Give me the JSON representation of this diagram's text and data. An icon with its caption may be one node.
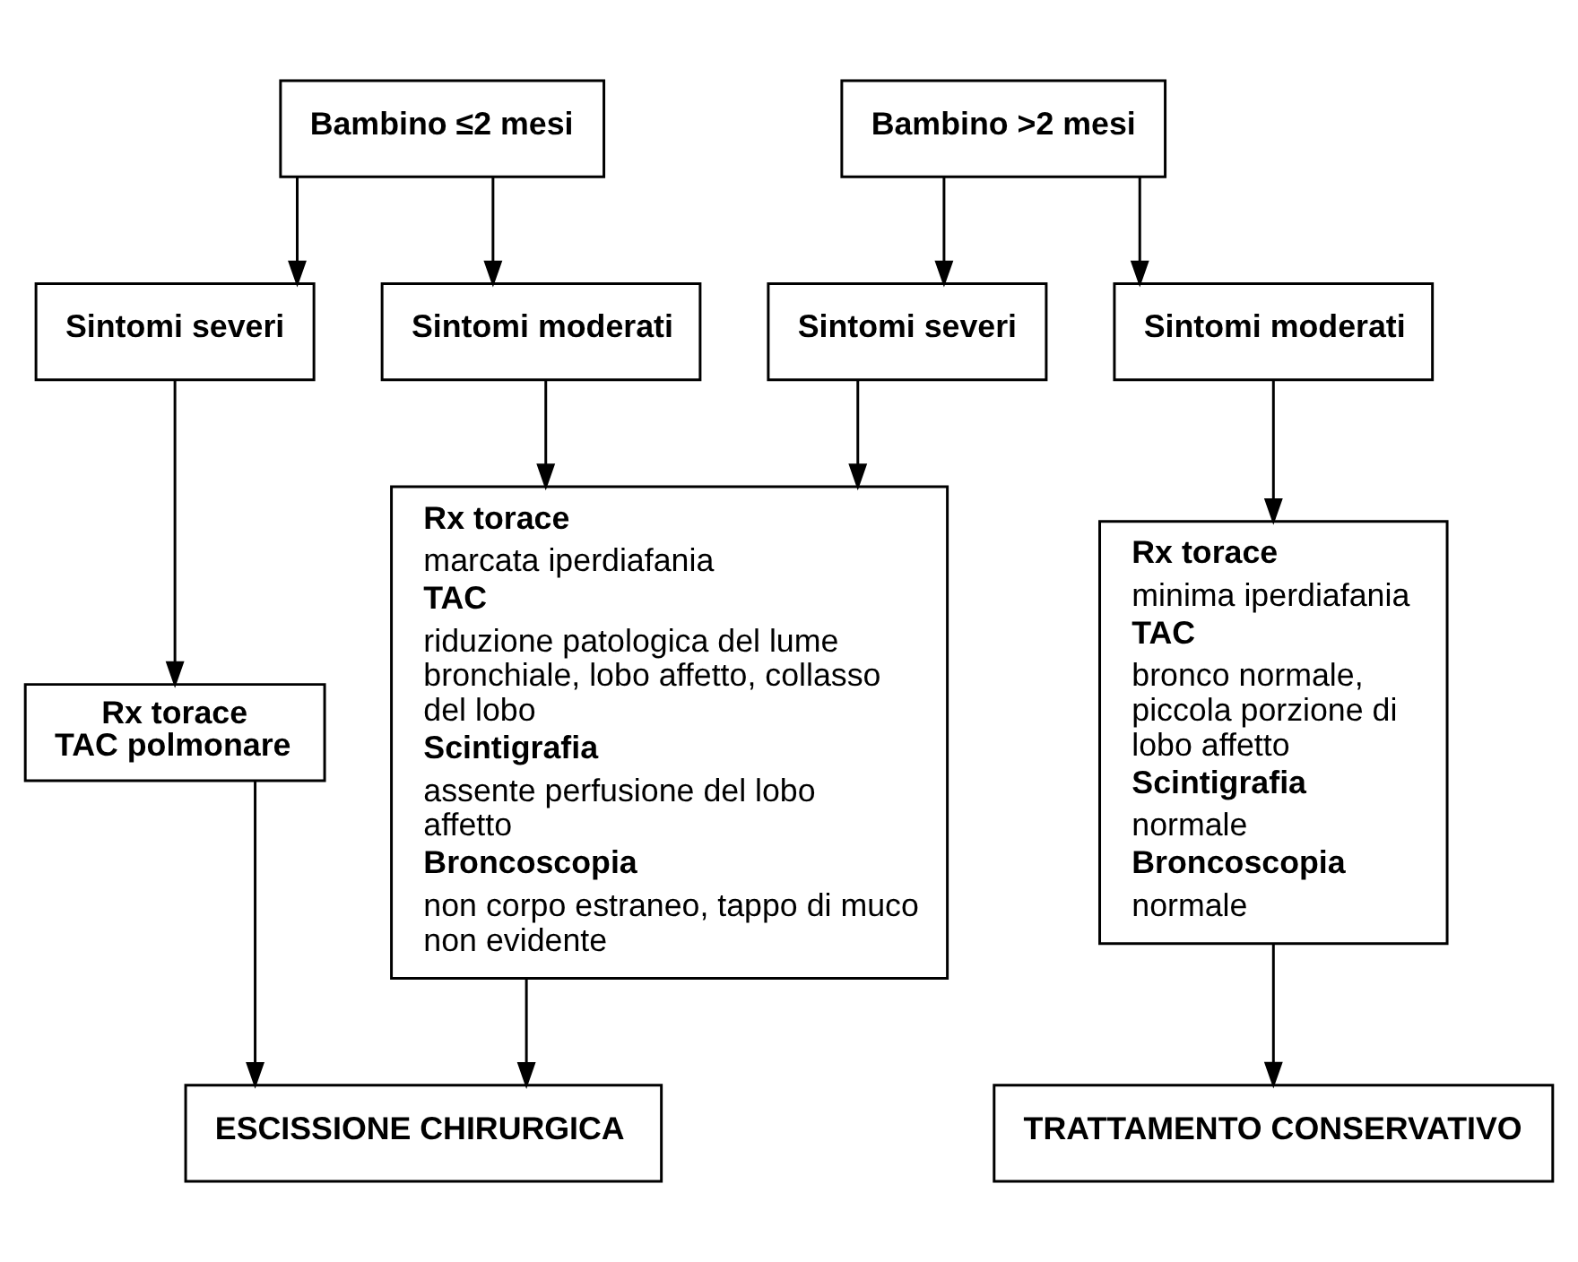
{
  "diagram": {
    "nodes": [
      {
        "text": [
          "Bambino ≤2 mesi"
        ]
      },
      {
        "text": [
          "Bambino >2 mesi"
        ]
      },
      {
        "text": [
          "Sintomi severi"
        ]
      },
      {
        "text": [
          "Sintomi moderati"
        ]
      },
      {
        "text": [
          "Sintomi severi"
        ]
      },
      {
        "text": [
          "Sintomi moderati"
        ]
      },
      {
        "text": [
          "Rx torace",
          "TAC polmonare"
        ]
      },
      {
        "text": [
          "Rx torace",
          "marcata iperdiafania",
          "TAC",
          "riduzione patologica del lume bronchiale, lobo affetto, collasso del lobo",
          "Scintigrafia",
          "assente perfusione del lobo affetto",
          "Broncoscopia",
          "non corpo estraneo, tappo di muco non evidente"
        ]
      },
      {
        "text": [
          "Rx torace",
          "minima iperdiafania",
          "TAC",
          "bronco normale, piccola porzione di lobo affetto",
          "Scintigrafia",
          "normale",
          "Broncoscopia",
          "normale"
        ]
      },
      {
        "text": [
          "ESCISSIONE CHIRURGICA"
        ]
      },
      {
        "text": [
          "TRATTAMENTO CONSERVATIVO"
        ]
      }
    ],
    "edges": [
      {
        "from": 0,
        "to": 2,
        "arrow": "to"
      },
      {
        "from": 0,
        "to": 3,
        "arrow": "to"
      },
      {
        "from": 1,
        "to": 4,
        "arrow": "to"
      },
      {
        "from": 1,
        "to": 5,
        "arrow": "to"
      },
      {
        "from": 2,
        "to": 6,
        "arrow": "to"
      },
      {
        "from": 3,
        "to": 7,
        "arrow": "to"
      },
      {
        "from": 4,
        "to": 7,
        "arrow": "to"
      },
      {
        "from": 5,
        "to": 8,
        "arrow": "to"
      },
      {
        "from": 6,
        "to": 9,
        "arrow": "to"
      },
      {
        "from": 7,
        "to": 9,
        "arrow": "to"
      },
      {
        "from": 8,
        "to": 10,
        "arrow": "to"
      }
    ]
  }
}
